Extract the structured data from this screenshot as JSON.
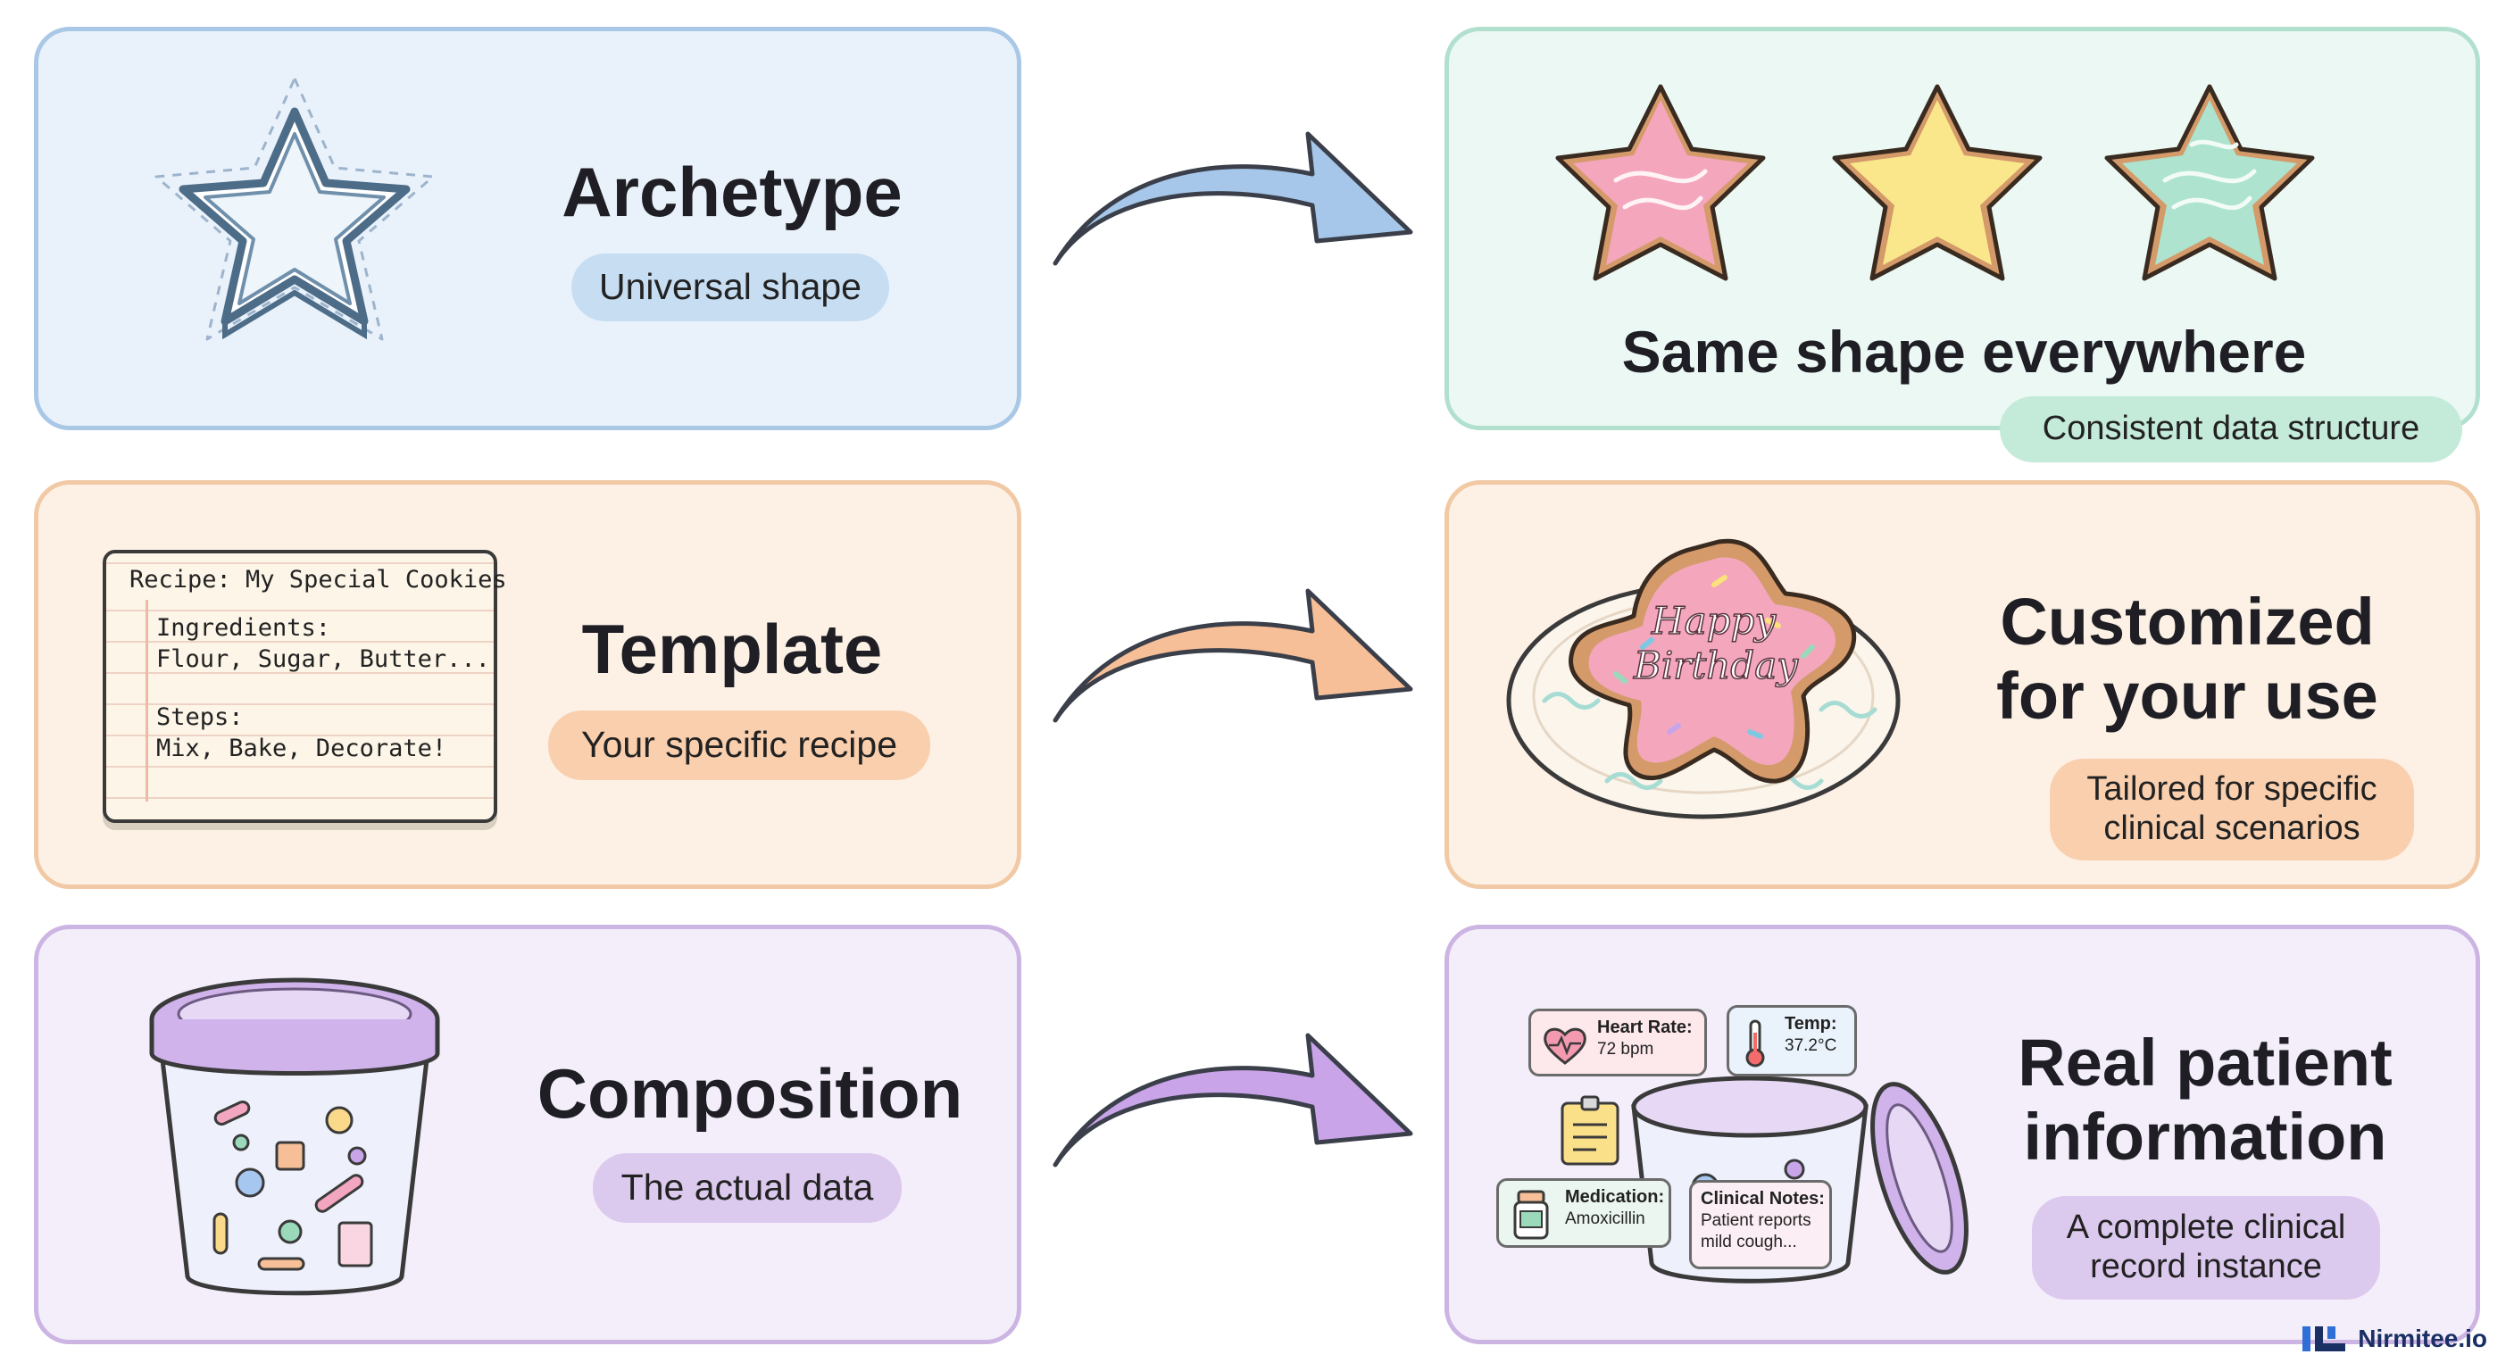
{
  "archetype": {
    "title": "Archetype",
    "pill": "Universal shape"
  },
  "same_shape": {
    "title": "Same shape everywhere",
    "pill": "Consistent data structure"
  },
  "template": {
    "title": "Template",
    "pill": "Your specific recipe"
  },
  "recipe_card": {
    "heading": "Recipe: My Special Cookies",
    "ingredients_label": "Ingredients:",
    "ingredients": "Flour, Sugar, Butter...",
    "steps_label": "Steps:",
    "steps": "Mix, Bake, Decorate!"
  },
  "cookie_text": {
    "line1": "Happy",
    "line2": "Birthday"
  },
  "customized": {
    "title_line1": "Customized",
    "title_line2": "for your use",
    "pill_line1": "Tailored for specific",
    "pill_line2": "clinical scenarios"
  },
  "composition": {
    "title": "Composition",
    "pill": "The actual data"
  },
  "real_patient": {
    "title_line1": "Real patient",
    "title_line2": "information",
    "pill_line1": "A complete clinical",
    "pill_line2": "record instance"
  },
  "tags": {
    "heart_rate_label": "Heart Rate:",
    "heart_rate_value": "72 bpm",
    "temp_label": "Temp:",
    "temp_value": "37.2°C",
    "medication_label": "Medication:",
    "medication_value": "Amoxicillin",
    "notes_label": "Clinical Notes:",
    "notes_line1": "Patient reports",
    "notes_line2": "mild cough..."
  },
  "brand": {
    "name": "Nirmitee.io"
  },
  "colors": {
    "blue": "#a9c8e6",
    "green": "#b2e0cf",
    "orange": "#f1c9a5",
    "purple": "#ccb4e3",
    "cookie_pink": "#f4a6bd",
    "cookie_yellow": "#fbe78b",
    "cookie_mint": "#aee3cf"
  },
  "icons": [
    "star-cutter-icon",
    "star-cookie-icon",
    "recipe-card-icon",
    "birthday-cookie-icon",
    "data-jar-icon",
    "heart-icon",
    "thermometer-icon",
    "medication-bottle-icon",
    "note-icon",
    "arrow-right-icon",
    "brand-logo-icon"
  ]
}
